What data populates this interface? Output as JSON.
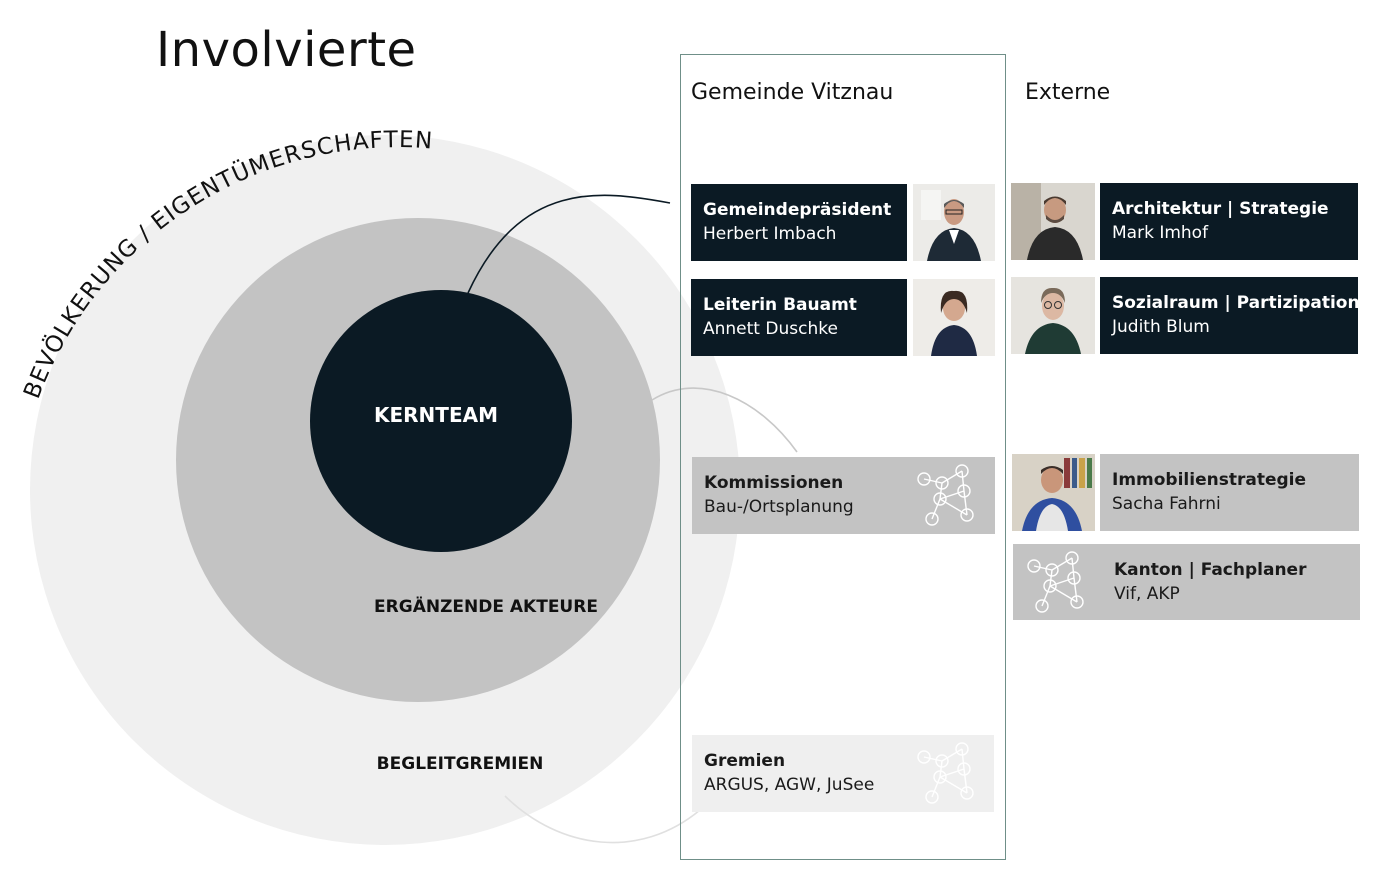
{
  "title": "Involvierte",
  "circles": {
    "outer_label": "BEVÖLKERUNG / EIGENTÜMERSCHAFTEN",
    "outer_inner_label": "BEGLEITGREMIEN",
    "middle_label": "ERGÄNZENDE AKTEURE",
    "core_label": "KERNTEAM"
  },
  "columns": {
    "gemeinde": "Gemeinde Vitznau",
    "externe": "Externe"
  },
  "gemeinde_cards": [
    {
      "role": "Gemeindepräsident",
      "name": "Herbert Imbach"
    },
    {
      "role": "Leiterin Bauamt",
      "name": "Annett Duschke"
    },
    {
      "role": "Kommissionen",
      "name": "Bau-/Ortsplanung"
    },
    {
      "role": "Gremien",
      "name": "ARGUS, AGW, JuSee"
    }
  ],
  "externe_cards": [
    {
      "role": "Architektur | Strategie",
      "name": "Mark Imhof"
    },
    {
      "role": "Sozialraum | Partizipation",
      "name": "Judith Blum"
    },
    {
      "role": "Immobilienstrategie",
      "name": "Sacha Fahrni"
    },
    {
      "role": "Kanton | Fachplaner",
      "name": "Vif, AKP"
    }
  ],
  "colors": {
    "dark": "#0b1a24",
    "grey_card": "#c3c3c3",
    "light_card": "#efefef",
    "outer_circle": "#f0f0f0",
    "middle_circle": "#c3c3c3",
    "frame": "#6f8f88"
  },
  "icons": {
    "network": "network-people-icon",
    "portrait": "person-photo-icon"
  }
}
